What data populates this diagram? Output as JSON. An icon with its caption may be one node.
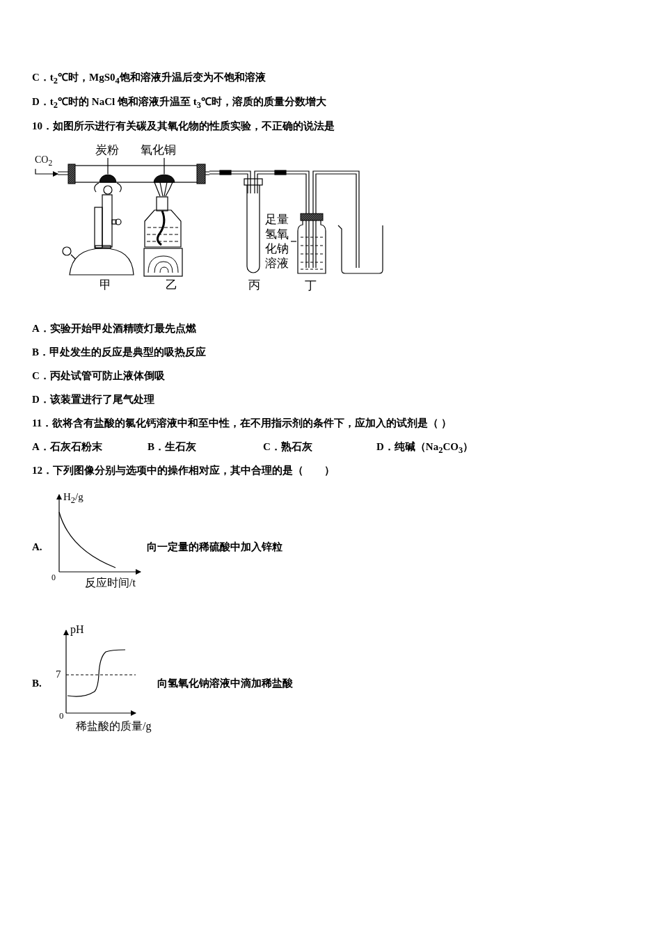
{
  "diagram": {
    "nodes": [
      {
        "text": [
          "CO$_{2}$"
        ]
      },
      {
        "text": [],
        "shape": "picture"
      },
      {
        "text": [
          "炭粉"
        ]
      },
      {
        "text": [],
        "shape": "mound",
        "in": 1
      },
      {
        "text": [
          "氧化铜"
        ]
      },
      {
        "text": [],
        "shape": "mound",
        "in": 1
      },
      {
        "text": [
          "足量氢氧化钠溶液"
        ]
      },
      {
        "text": [],
        "shape": "picture",
        "beside": [
          "丁"
        ]
      }
    ],
    "edges": [
      {
        "from": 0,
        "to": 1,
        "arrow": "to"
      },
      {
        "from": 2,
        "to": 3,
        "arrow": "none"
      },
      {
        "from": 4,
        "to": 5,
        "arrow": "none"
      },
      {
        "from": 6,
        "to": 7,
        "arrow": "none"
      }
    ],
    "labels": [
      "C．t$_{2}$℃时，MgS0$_{4}$饱和溶液升温后变为不饱和溶液",
      "D．t$_{2}$℃时的 NaCl 饱和溶液升温至 t$_{3}$℃时，溶质的质量分数增大",
      "10．如图所示进行有关碳及其氧化物的性质实验，不正确的说法是",
      "甲",
      "乙",
      "丙",
      "A．实验开始甲处酒精喷灯最先点燃",
      "B．甲处发生的反应是典型的吸热反应",
      "C．丙处试管可防止液体倒吸",
      "D．该装置进行了尾气处理",
      "11．欲将含有盐酸的氯化钙溶液中和至中性，在不用指示剂的条件下，应加入的试剂是（ ）",
      "A．石灰石粉末",
      "B．生石灰",
      "C．熟石灰",
      "D．纯碱（Na$_{2}$CO$_{3}$）",
      "12．下列图像分别与选项中的操作相对应，其中合理的是（　　）",
      "H$_{2}$/g",
      "0",
      "反应时间/t",
      "A.",
      "向一定量的稀硫酸中加入锌粒",
      "pH",
      "7",
      "0",
      "稀盐酸的质量/g",
      "B.",
      "向氢氧化钠溶液中滴加稀盐酸"
    ]
  }
}
